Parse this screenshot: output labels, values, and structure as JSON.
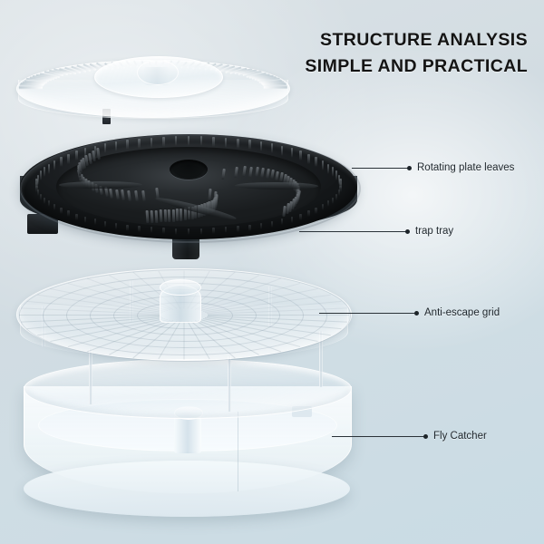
{
  "page": {
    "background_color": "#d5dde2",
    "accent_text_color": "#141414"
  },
  "title": {
    "line1": "STRUCTURE ANALYSIS",
    "line2": "SIMPLE AND PRACTICAL"
  },
  "callouts": [
    {
      "label": "Rotating plate leaves",
      "marker": "leader-dot"
    },
    {
      "label": "trap tray",
      "marker": "leader-dot"
    },
    {
      "label": "Anti-escape grid",
      "marker": "leader-dot"
    },
    {
      "label": "Fly Catcher",
      "marker": "leader-dot"
    }
  ],
  "parts": {
    "lid": {
      "name": "clear-ribbed-lid",
      "color": "#f2f7fa"
    },
    "tray": {
      "name": "black-trap-tray",
      "color": "#1b1e21"
    },
    "grid": {
      "name": "anti-escape-grid",
      "color": "#e6eef3"
    },
    "bowl": {
      "name": "fly-catcher-bowl",
      "color": "#f6fafc"
    }
  }
}
